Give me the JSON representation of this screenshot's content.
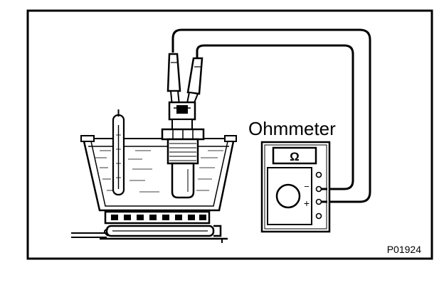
{
  "diagram": {
    "meter_label": "Ohmmeter",
    "display_symbol": "Ω",
    "terminal_minus": "−",
    "terminal_plus": "+",
    "figure_code": "P01924"
  },
  "colors": {
    "line": "#000000",
    "background": "#ffffff",
    "water_hatch": "#000000"
  }
}
